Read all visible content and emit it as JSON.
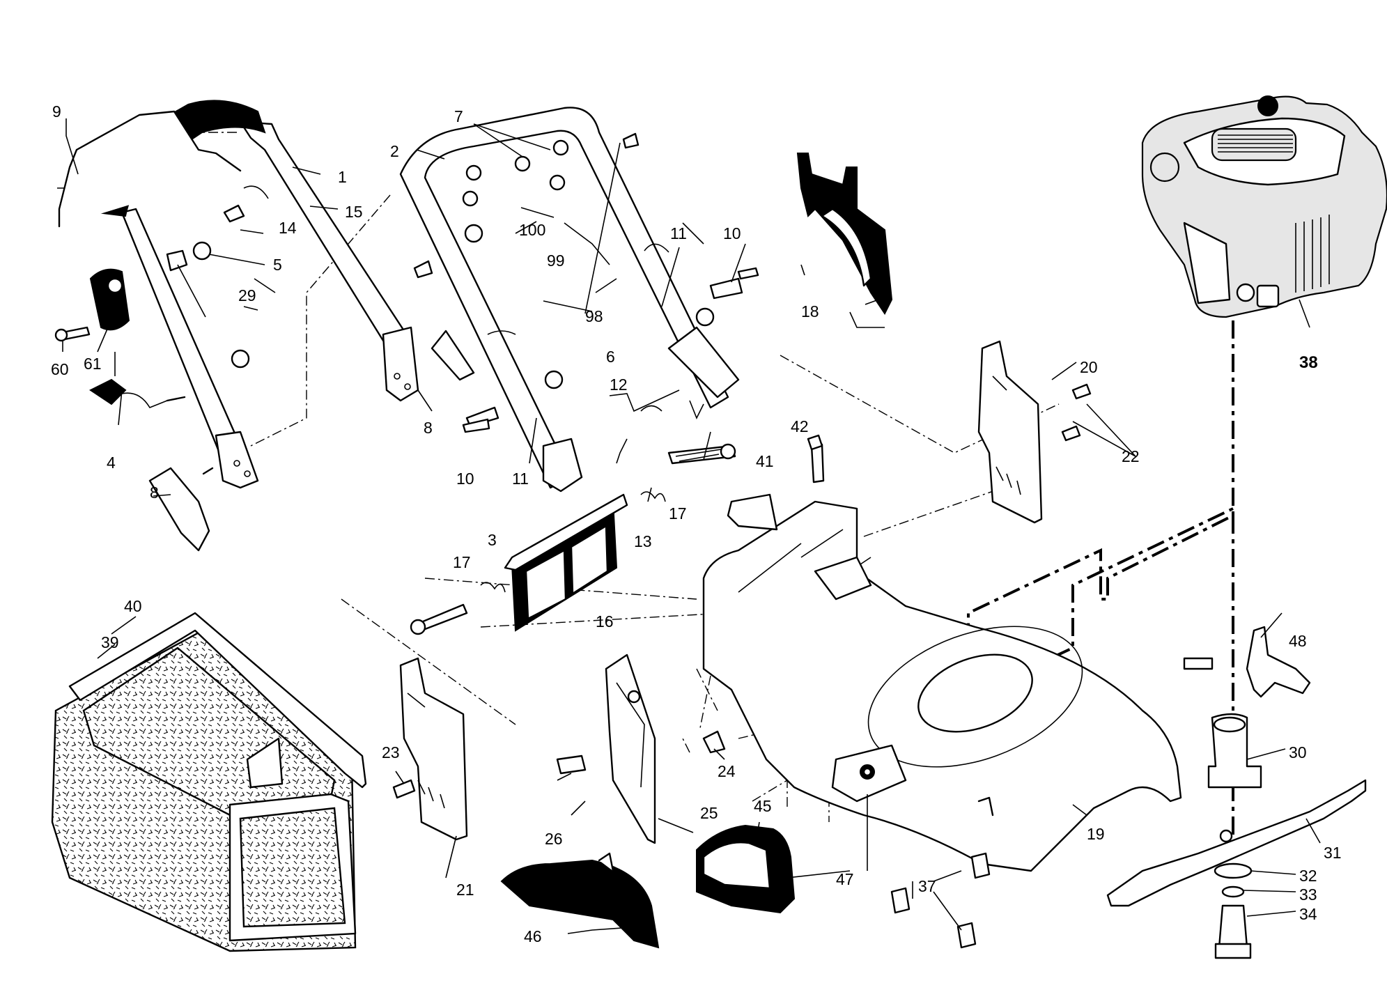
{
  "callouts": [
    {
      "id": "c1",
      "text": "1"
    },
    {
      "id": "c2",
      "text": "2"
    },
    {
      "id": "c3",
      "text": "3"
    },
    {
      "id": "c4",
      "text": "4"
    },
    {
      "id": "c5",
      "text": "5"
    },
    {
      "id": "c6",
      "text": "6"
    },
    {
      "id": "c7",
      "text": "7"
    },
    {
      "id": "c8a",
      "text": "8"
    },
    {
      "id": "c8b",
      "text": "8"
    },
    {
      "id": "c9",
      "text": "9"
    },
    {
      "id": "c10a",
      "text": "10"
    },
    {
      "id": "c10b",
      "text": "10"
    },
    {
      "id": "c11a",
      "text": "11"
    },
    {
      "id": "c11b",
      "text": "11"
    },
    {
      "id": "c12",
      "text": "12"
    },
    {
      "id": "c13",
      "text": "13"
    },
    {
      "id": "c14",
      "text": "14"
    },
    {
      "id": "c15",
      "text": "15"
    },
    {
      "id": "c16",
      "text": "16"
    },
    {
      "id": "c17a",
      "text": "17"
    },
    {
      "id": "c17b",
      "text": "17"
    },
    {
      "id": "c18",
      "text": "18"
    },
    {
      "id": "c19",
      "text": "19"
    },
    {
      "id": "c20",
      "text": "20"
    },
    {
      "id": "c21",
      "text": "21"
    },
    {
      "id": "c22",
      "text": "22"
    },
    {
      "id": "c23",
      "text": "23"
    },
    {
      "id": "c24",
      "text": "24"
    },
    {
      "id": "c25",
      "text": "25"
    },
    {
      "id": "c26",
      "text": "26"
    },
    {
      "id": "c29",
      "text": "29"
    },
    {
      "id": "c30",
      "text": "30"
    },
    {
      "id": "c31",
      "text": "31"
    },
    {
      "id": "c32",
      "text": "32"
    },
    {
      "id": "c33",
      "text": "33"
    },
    {
      "id": "c34",
      "text": "34"
    },
    {
      "id": "c37",
      "text": "37"
    },
    {
      "id": "c38",
      "text": "38"
    },
    {
      "id": "c39",
      "text": "39"
    },
    {
      "id": "c40",
      "text": "40"
    },
    {
      "id": "c41",
      "text": "41"
    },
    {
      "id": "c42",
      "text": "42"
    },
    {
      "id": "c45",
      "text": "45"
    },
    {
      "id": "c46",
      "text": "46"
    },
    {
      "id": "c47",
      "text": "47"
    },
    {
      "id": "c48",
      "text": "48"
    },
    {
      "id": "c60",
      "text": "60"
    },
    {
      "id": "c61",
      "text": "61"
    },
    {
      "id": "c98",
      "text": "98"
    },
    {
      "id": "c99",
      "text": "99"
    },
    {
      "id": "c100",
      "text": "100"
    }
  ]
}
